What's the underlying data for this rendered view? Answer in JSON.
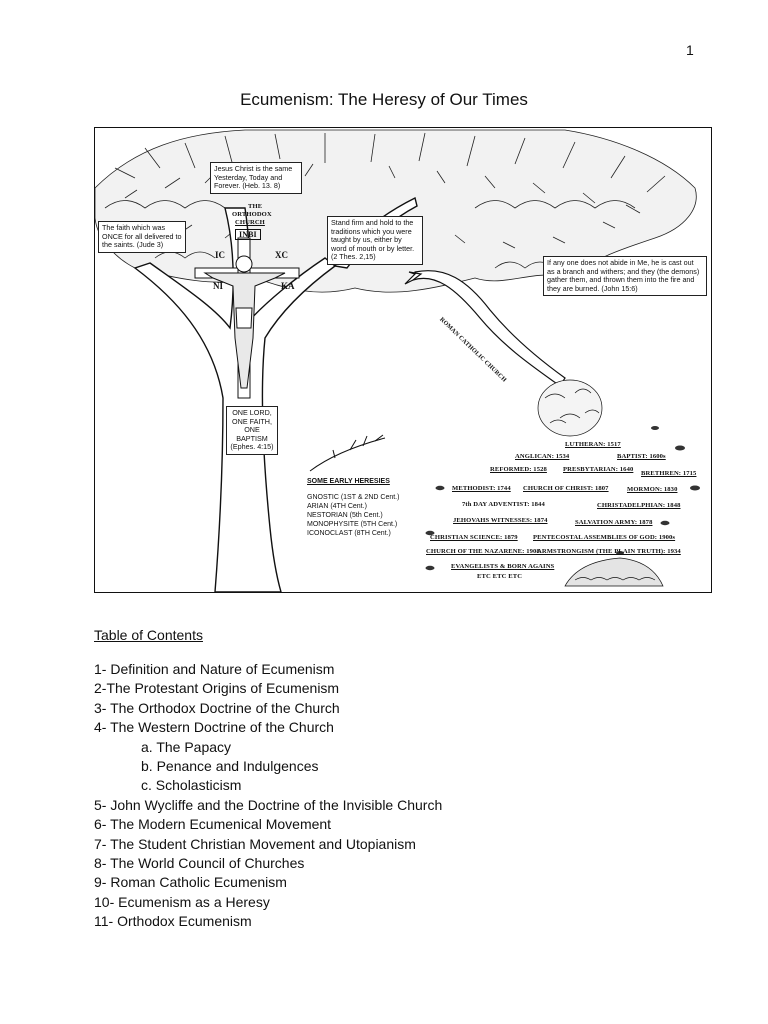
{
  "page_number": "1",
  "title": "Ecumenism: The Heresy of Our Times",
  "figure": {
    "quote_top": "Jesus Christ is the same Yesterday, Today and Forever. (Heb. 13. 8)",
    "orthodox_label_1": "THE",
    "orthodox_label_2": "ORTHODOX",
    "orthodox_label_3": "CHURCH",
    "inri": "INBI",
    "greek_ic": "IC",
    "greek_xc": "XC",
    "greek_ni": "NI",
    "greek_ka": "KA",
    "quote_left": "The faith which was ONCE for all delivered to the saints. (Jude 3)",
    "quote_center": "Stand firm and hold to the traditions which you were taught by us, either by word of mouth or by letter. (2 Thes. 2,15)",
    "quote_right": "If any one does not abide in Me, he is cast out as a branch and withers; and they (the demons) gather them, and thrown them into the fire and they are burned. (John 15:6)",
    "quote_trunk": "ONE LORD, ONE FAITH, ONE BAPTISM (Ephes. 4:15)",
    "branch_label": "ROMAN CATHOLIC CHURCH",
    "heresies_title": "SOME EARLY HERESIES",
    "heresies": [
      "GNOSTIC (1ST & 2ND Cent.)",
      "ARIAN (4TH Cent.)",
      "NESTORIAN (5th Cent.)",
      "MONOPHYSITE (5TH Cent.)",
      "ICONOCLAST (8TH Cent.)"
    ],
    "denominations": [
      "LUTHERAN: 1517",
      "ANGLICAN: 1534",
      "BAPTIST: 1600s",
      "REFORMED: 1528",
      "PRESBYTARIAN: 1640",
      "BRETHREN: 1715",
      "METHODIST: 1744",
      "CHURCH OF CHRIST: 1807",
      "MORMON: 1830",
      "7th DAY ADVENTIST: 1844",
      "CHRISTADELPHIAN: 1848",
      "JEHOVAHS WITNESSES: 1874",
      "SALVATION ARMY: 1878",
      "CHRISTIAN SCIENCE: 1879",
      "PENTECOSTAL ASSEMBLIES OF GOD: 1900s",
      "CHURCH OF THE NAZARENE: 1908",
      "ARMSTRONGISM (THE PLAIN TRUTH): 1934",
      "EVANGELISTS & BORN AGAINS",
      "ETC ETC ETC"
    ]
  },
  "toc": {
    "heading": "Table of Contents",
    "items": [
      "1- Definition and Nature of Ecumenism",
      "2-The Protestant Origins of Ecumenism",
      "3- The Orthodox Doctrine of the Church",
      "4- The Western Doctrine of the Church",
      "a. The Papacy",
      "b. Penance and Indulgences",
      "c. Scholasticism",
      "5- John Wycliffe and the Doctrine of the Invisible Church",
      "6- The Modern Ecumenical Movement",
      "7- The Student Christian Movement and Utopianism",
      "8- The World Council of Churches",
      "9- Roman Catholic Ecumenism",
      "10- Ecumenism as a Heresy",
      "11- Orthodox Ecumenism"
    ]
  }
}
